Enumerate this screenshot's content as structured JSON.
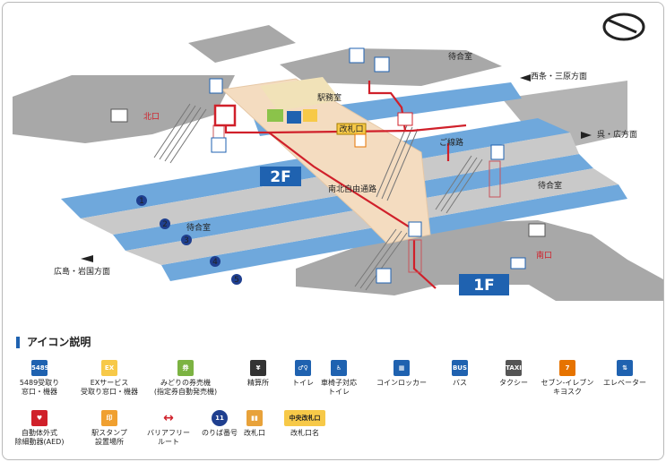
{
  "map": {
    "floors": {
      "upper": "2F",
      "lower": "1F"
    },
    "place_labels": {
      "north_exit": "北口",
      "south_exit": "南口",
      "station_office": "駅務室",
      "ticket_gate": "改札口",
      "concourse": "南北自由通路",
      "waiting_room_top": "待合室",
      "waiting_room_mid": "待合室",
      "waiting_room_right": "待合室",
      "saijo": "西条・三原方面",
      "kure": "呉・広方面",
      "hiroshima": "広島・岩国方面",
      "concourse_side": "ご線路"
    },
    "tracks": [
      "1",
      "2",
      "3",
      "4",
      "5"
    ],
    "colors": {
      "track": "#6fa8dc",
      "red": "#d0202a",
      "ground": "#a9a9a9",
      "concourse": "#f4dcc0"
    }
  },
  "legend": {
    "title": "アイコン説明",
    "items": [
      {
        "label": "5489受取り\n窓口・機器",
        "icon": "ticket-5489-icon",
        "glyph": "5489"
      },
      {
        "label": "EXサービス\n受取り窓口・機器",
        "icon": "ex-service-icon",
        "glyph": "EX"
      },
      {
        "label": "みどりの券売機\n(指定券自動発売機)",
        "icon": "midori-ticket-machine-icon",
        "glyph": "券"
      },
      {
        "label": "精算所",
        "icon": "fare-adjustment-icon",
        "glyph": "¥"
      },
      {
        "label": "トイレ",
        "icon": "toilet-icon",
        "glyph": "♂♀"
      },
      {
        "label": "車椅子対応\nトイレ",
        "icon": "wheelchair-toilet-icon",
        "glyph": "♿"
      },
      {
        "label": "コインロッカー",
        "icon": "coin-locker-icon",
        "glyph": "▦"
      },
      {
        "label": "バス",
        "icon": "bus-icon",
        "glyph": "BUS"
      },
      {
        "label": "タクシー",
        "icon": "taxi-icon",
        "glyph": "TAXI"
      },
      {
        "label": "セブン-イレブン\nキヨスク",
        "icon": "seven-eleven-icon",
        "glyph": "7"
      },
      {
        "label": "エレベーター",
        "icon": "elevator-icon",
        "glyph": "⇅"
      },
      {
        "label": "自動体外式\n除細動器(AED)",
        "icon": "aed-icon",
        "glyph": "♥"
      },
      {
        "label": "駅スタンプ\n設置場所",
        "icon": "station-stamp-icon",
        "glyph": "印"
      },
      {
        "label": "バリアフリー\nルート",
        "icon": "barrier-free-route-icon",
        "glyph": "↔"
      },
      {
        "label": "のりば番号",
        "icon": "platform-number-icon",
        "glyph": "11"
      },
      {
        "label": "改札口",
        "icon": "ticket-gate-icon",
        "glyph": "▮▮"
      },
      {
        "label": "改札口名",
        "icon": "gate-name-icon",
        "glyph": "中央改札口"
      }
    ]
  }
}
